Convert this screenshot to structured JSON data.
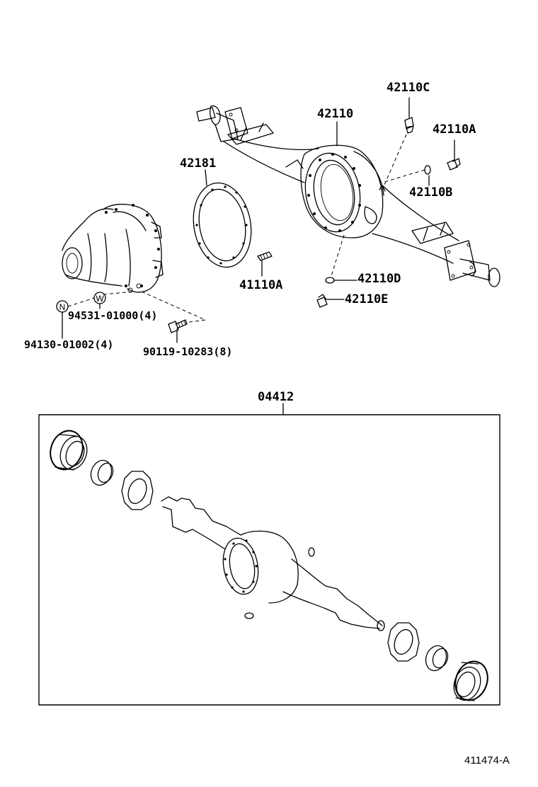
{
  "labels": {
    "p42110C": "42110C",
    "p42110": "42110",
    "p42110A_top": "42110A",
    "p42181": "42181",
    "p42110B": "42110B",
    "p41110A": "41110A",
    "p42110D": "42110D",
    "p42110E": "42110E",
    "p94531": "94531-01000(4)",
    "p94130": "94130-01002(4)",
    "p90119": "90119-10283(8)",
    "p04412": "04412",
    "marker_n": "N",
    "marker_w": "W",
    "figure_number": "411474-A"
  }
}
